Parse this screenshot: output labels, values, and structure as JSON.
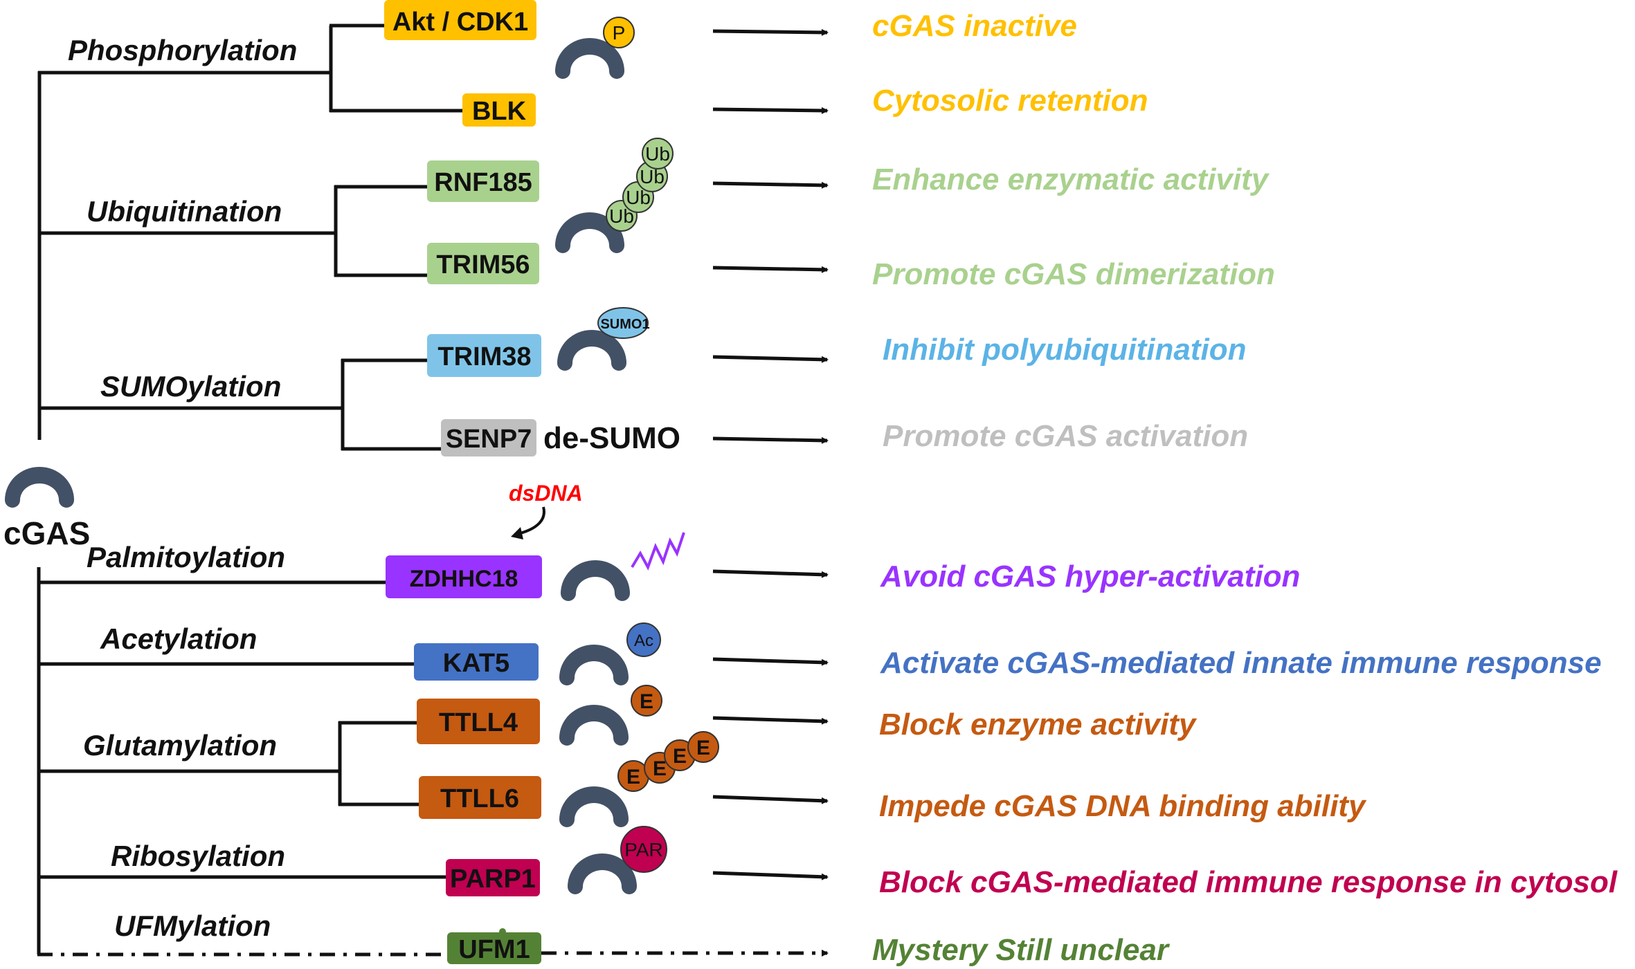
{
  "root": {
    "label": "cGAS"
  },
  "dsdna_label": "dsDNA",
  "desumo_label": "de-SUMO",
  "modifications": [
    {
      "id": "phosphorylation",
      "label": "Phosphorylation"
    },
    {
      "id": "ubiquitination",
      "label": "Ubiquitination"
    },
    {
      "id": "sumoylation",
      "label": "SUMOylation"
    },
    {
      "id": "palmitoylation",
      "label": "Palmitoylation"
    },
    {
      "id": "acetylation",
      "label": "Acetylation"
    },
    {
      "id": "glutamylation",
      "label": "Glutamylation"
    },
    {
      "id": "ribosylation",
      "label": "Ribosylation"
    },
    {
      "id": "ufmylation",
      "label": "UFMylation"
    }
  ],
  "enzymes": [
    {
      "id": "akt-cdk1",
      "label": "Akt / CDK1",
      "color": "#FFC000"
    },
    {
      "id": "blk",
      "label": "BLK",
      "color": "#FFC000"
    },
    {
      "id": "rnf185",
      "label": "RNF185",
      "color": "#A9D18E"
    },
    {
      "id": "trim56",
      "label": "TRIM56",
      "color": "#A9D18E"
    },
    {
      "id": "trim38",
      "label": "TRIM38",
      "color": "#7FC4E8"
    },
    {
      "id": "senp7",
      "label": "SENP7",
      "color": "#BFBFBF"
    },
    {
      "id": "zdhhc18",
      "label": "ZDHHC18",
      "color": "#9933FF"
    },
    {
      "id": "kat5",
      "label": "KAT5",
      "color": "#4472C4"
    },
    {
      "id": "ttll4",
      "label": "TTLL4",
      "color": "#C55A11"
    },
    {
      "id": "ttll6",
      "label": "TTLL6",
      "color": "#C55A11"
    },
    {
      "id": "parp1",
      "label": "PARP1",
      "color": "#C00050"
    },
    {
      "id": "ufm1",
      "label": "UFM1",
      "color": "#548235"
    }
  ],
  "tags": {
    "p": "P",
    "ub": "Ub",
    "sumo1": "SUMO1",
    "ac": "Ac",
    "e": "E",
    "par": "PAR"
  },
  "outcomes": [
    {
      "id": "cgas-inactive",
      "label": "cGAS inactive",
      "color": "#FFC000"
    },
    {
      "id": "cytosolic-retention",
      "label": "Cytosolic retention",
      "color": "#FFC000"
    },
    {
      "id": "enhance-enzymatic-activity",
      "label": "Enhance enzymatic activity",
      "color": "#A9D18E"
    },
    {
      "id": "promote-dimerization",
      "label": "Promote cGAS dimerization",
      "color": "#A9D18E"
    },
    {
      "id": "inhibit-polyubiquitination",
      "label": "Inhibit polyubiquitination",
      "color": "#5BB3E6"
    },
    {
      "id": "promote-activation",
      "label": "Promote cGAS activation",
      "color": "#BFBFBF"
    },
    {
      "id": "avoid-hyper-activation",
      "label": "Avoid  cGAS hyper-activation",
      "color": "#9933FF"
    },
    {
      "id": "activate-innate-immune",
      "label": "Activate cGAS-mediated innate immune response",
      "color": "#4472C4"
    },
    {
      "id": "block-enzyme-activity",
      "label": "Block enzyme activity",
      "color": "#C55A11"
    },
    {
      "id": "impede-dna-binding",
      "label": "Impede cGAS DNA binding ability",
      "color": "#C55A11"
    },
    {
      "id": "block-immune-cytosol",
      "label": "Block cGAS-mediated immune response in cytosol",
      "color": "#C00050"
    },
    {
      "id": "mystery-unclear",
      "label": "Mystery Still unclear",
      "color": "#548235"
    }
  ],
  "colors": {
    "cgas_body": "#435166",
    "line": "#111111",
    "dsdna": "#FF0000",
    "palmitoyl_chain": "#9933FF",
    "ub_tag": "#A9D18E",
    "sumo_tag": "#7FC4E8",
    "ac_tag": "#4472C4",
    "e_tag": "#C55A11",
    "par_tag": "#C00050",
    "p_tag": "#FFC000"
  }
}
